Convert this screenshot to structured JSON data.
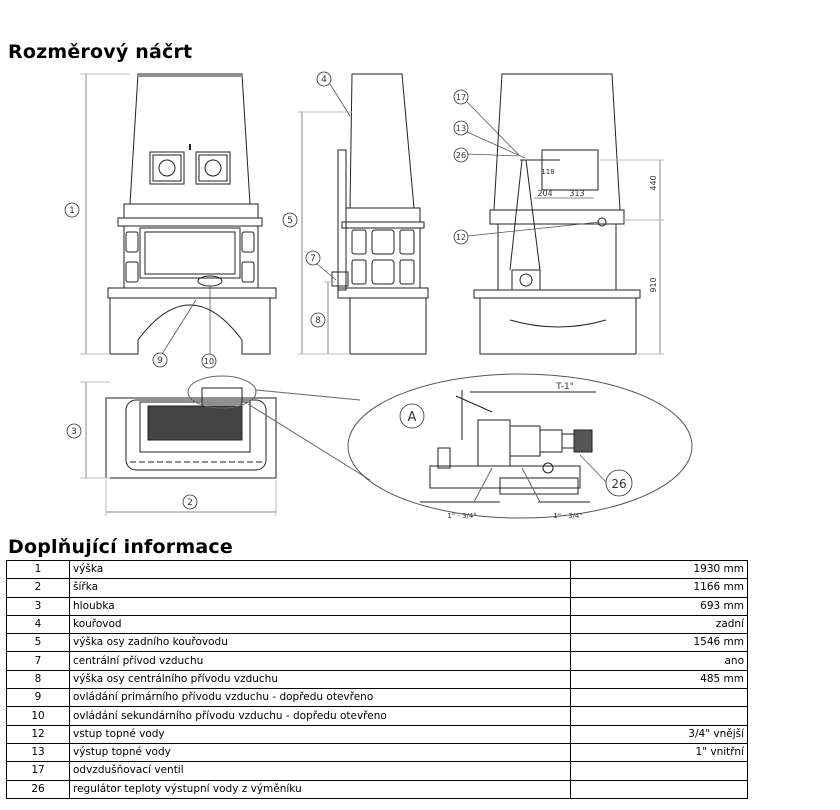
{
  "titles": {
    "sketch": "Rozměrový náčrt",
    "info": "Doplňující informace"
  },
  "drawing": {
    "callouts": [
      "1",
      "2",
      "3",
      "4",
      "5",
      "7",
      "8",
      "9",
      "10",
      "12",
      "13",
      "17",
      "26"
    ],
    "detail_label": "A",
    "detail_pipe_label": "T-1\"",
    "detail_left_dim": "1\" - 3/4\"",
    "detail_right_dim": "1\" - 3/4\"",
    "detail_callout": "26",
    "dim_118": "118",
    "dim_204": "204",
    "dim_313": "313",
    "dim_440": "440",
    "dim_910": "910"
  },
  "info_rows": [
    {
      "num": "1",
      "label": "výška",
      "value": "1930 mm"
    },
    {
      "num": "2",
      "label": "šířka",
      "value": "1166 mm"
    },
    {
      "num": "3",
      "label": "hloubka",
      "value": "693 mm"
    },
    {
      "num": "4",
      "label": "kouřovod",
      "value": "zadní"
    },
    {
      "num": "5",
      "label": "výška osy zadního kouřovodu",
      "value": "1546 mm"
    },
    {
      "num": "7",
      "label": "centrální přívod vzduchu",
      "value": "ano"
    },
    {
      "num": "8",
      "label": "výška osy centrálního přívodu vzduchu",
      "value": "485 mm"
    },
    {
      "num": "9",
      "label": "ovládání primárního přívodu vzduchu - dopředu otevřeno",
      "value": ""
    },
    {
      "num": "10",
      "label": "ovládání sekundárního přívodu vzduchu - dopředu otevřeno",
      "value": ""
    },
    {
      "num": "12",
      "label": "vstup topné vody",
      "value": "3/4\" vnější"
    },
    {
      "num": "13",
      "label": "výstup topné vody",
      "value": "1\" vnitřní"
    },
    {
      "num": "17",
      "label": "odvzdušňovací ventil",
      "value": ""
    },
    {
      "num": "26",
      "label": "regulátor teploty výstupní vody z výměníku",
      "value": ""
    }
  ]
}
